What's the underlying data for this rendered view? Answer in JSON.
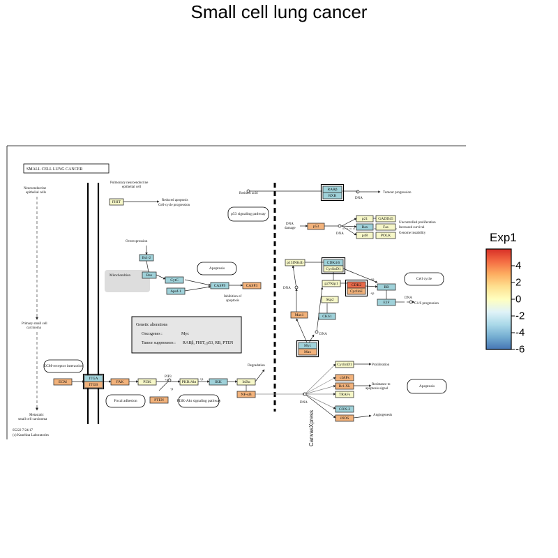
{
  "title": "Small cell lung cancer",
  "watermark": "CanvasXpress",
  "colors": {
    "cool": "#9fd1d9",
    "warm": "#f2b27b",
    "pale": "#f6f7c8",
    "neutral": "#e8e4b0",
    "hot": "#e9694a"
  },
  "diagram": {
    "header": "SMALL CELL LUNG CANCER",
    "labels": [
      {
        "id": "neuro",
        "text": "Neuroendocrine"
      },
      {
        "id": "neuro2",
        "text": "epithelial cells"
      },
      {
        "id": "pulm",
        "text": "Pulmonary neuroendocrine"
      },
      {
        "id": "pulm2",
        "text": "epithelial cell"
      },
      {
        "id": "redapop",
        "text": "Reduced apoptosis"
      },
      {
        "id": "cellprog",
        "text": "Cell-cycle progression"
      },
      {
        "id": "overexp",
        "text": "Overexpression"
      },
      {
        "id": "mito",
        "text": "Mitochondrion"
      },
      {
        "id": "inhib1",
        "text": "Inhibition of"
      },
      {
        "id": "inhib2",
        "text": "apoptosis"
      },
      {
        "id": "primary",
        "text": "Primary small cell"
      },
      {
        "id": "primary2",
        "text": "carcinoma"
      },
      {
        "id": "metastatic",
        "text": "Metastatic"
      },
      {
        "id": "metastatic2",
        "text": "small cell carcinoma"
      },
      {
        "id": "code",
        "text": "05222 7/24/17"
      },
      {
        "id": "copyright",
        "text": "(c) Kanehisa Laboratories"
      },
      {
        "id": "retinoic",
        "text": "Retinoic acid"
      },
      {
        "id": "dna1",
        "text": "DNA"
      },
      {
        "id": "tumour",
        "text": "Tumour progression"
      },
      {
        "id": "dnadamage",
        "text": "DNA"
      },
      {
        "id": "dnadamage2",
        "text": "damage"
      },
      {
        "id": "dna2",
        "text": "DNA"
      },
      {
        "id": "uncontrolled",
        "text": "Uncontrolled proliferation"
      },
      {
        "id": "survival",
        "text": "Increased survival"
      },
      {
        "id": "genome",
        "text": "Genome instability"
      },
      {
        "id": "dna3",
        "text": "DNA"
      },
      {
        "id": "dna4",
        "text": "DNA"
      },
      {
        "id": "dna5",
        "text": "DNA"
      },
      {
        "id": "g1s",
        "text": "G1/S progression"
      },
      {
        "id": "plusp1",
        "text": "+p"
      },
      {
        "id": "plusp2",
        "text": "+p"
      },
      {
        "id": "plusp3",
        "text": "+p"
      },
      {
        "id": "plusp4",
        "text": "+p"
      },
      {
        "id": "minusp",
        "text": "-p"
      },
      {
        "id": "pip3",
        "text": "PIP3"
      },
      {
        "id": "degradation",
        "text": "Degradation"
      },
      {
        "id": "dna6",
        "text": "DNA"
      },
      {
        "id": "prolif",
        "text": "Proliferation"
      },
      {
        "id": "resist1",
        "text": "Resistance to"
      },
      {
        "id": "resist2",
        "text": "apoptosis signal"
      },
      {
        "id": "angio",
        "text": "Angiogenesis"
      }
    ],
    "boxes": [
      {
        "id": "p53path",
        "text": "p53 signaling pathway"
      },
      {
        "id": "apoptosis1",
        "text": "Apoptosis"
      },
      {
        "id": "cellcycle",
        "text": "Cell cycle"
      },
      {
        "id": "ecm",
        "text": "ECM-receptor interaction"
      },
      {
        "id": "focal",
        "text": "Focal adhesion"
      },
      {
        "id": "pi3k",
        "text": "PI3K-Akt signaling pathway"
      },
      {
        "id": "apoptosis2",
        "text": "Apoptosis"
      }
    ],
    "genetic": {
      "title": "Genetic alterations",
      "oncogenes_label": "Oncogenes :",
      "oncogenes": "Myc",
      "suppressor_label": "Tumor suppressors :",
      "suppressors": "RARβ, FHIT, p53, RB, PTEN"
    },
    "genes": [
      {
        "id": "fhit",
        "text": "FHIT",
        "color": "pale"
      },
      {
        "id": "bcl2",
        "text": "Bcl-2",
        "color": "cool"
      },
      {
        "id": "bax",
        "text": "Bax",
        "color": "cool"
      },
      {
        "id": "cytc",
        "text": "CytC",
        "color": "cool"
      },
      {
        "id": "apaf1",
        "text": "Apaf-1",
        "color": "cool"
      },
      {
        "id": "casp9",
        "text": "CASP9",
        "color": "cool"
      },
      {
        "id": "casp3",
        "text": "CASP3",
        "color": "warm"
      },
      {
        "id": "rarb",
        "text": "RARβ",
        "color": "cool"
      },
      {
        "id": "rxr",
        "text": "RXR",
        "color": "cool"
      },
      {
        "id": "p53",
        "text": "p53",
        "color": "warm"
      },
      {
        "id": "p21",
        "text": "p21",
        "color": "pale"
      },
      {
        "id": "gadd45",
        "text": "GADD45",
        "color": "pale"
      },
      {
        "id": "bax2",
        "text": "Bax",
        "color": "cool"
      },
      {
        "id": "fas",
        "text": "Fas",
        "color": "pale"
      },
      {
        "id": "p48",
        "text": "p48",
        "color": "pale"
      },
      {
        "id": "polk",
        "text": "POLK",
        "color": "pale"
      },
      {
        "id": "p15ink",
        "text": "p15INK4b",
        "color": "pale"
      },
      {
        "id": "cdk46",
        "text": "CDK4/6",
        "color": "cool"
      },
      {
        "id": "cyclind",
        "text": "CyclinD1",
        "color": "pale"
      },
      {
        "id": "p27",
        "text": "p27Kip1",
        "color": "pale"
      },
      {
        "id": "cdk2",
        "text": "CDK2",
        "color": "hot"
      },
      {
        "id": "cycline",
        "text": "CyclinE",
        "color": "warm"
      },
      {
        "id": "rb",
        "text": "RB",
        "color": "cool"
      },
      {
        "id": "e2f",
        "text": "E2F",
        "color": "cool"
      },
      {
        "id": "skp2",
        "text": "Skp2",
        "color": "pale"
      },
      {
        "id": "cks1",
        "text": "CKS1",
        "color": "cool"
      },
      {
        "id": "max1",
        "text": "Max1",
        "color": "warm"
      },
      {
        "id": "myc",
        "text": "Myc",
        "color": "cool"
      },
      {
        "id": "max",
        "text": "Max",
        "color": "warm"
      },
      {
        "id": "ecm_g",
        "text": "ECM",
        "color": "warm"
      },
      {
        "id": "itga",
        "text": "ITGA",
        "color": "cool"
      },
      {
        "id": "itgb",
        "text": "ITGB",
        "color": "warm"
      },
      {
        "id": "fak",
        "text": "FAK",
        "color": "warm"
      },
      {
        "id": "pi3k_g",
        "text": "PI3K",
        "color": "pale"
      },
      {
        "id": "pkb",
        "text": "PKB/Akt",
        "color": "pale"
      },
      {
        "id": "ikk",
        "text": "IKK",
        "color": "cool"
      },
      {
        "id": "ikba",
        "text": "IκBα",
        "color": "pale"
      },
      {
        "id": "nfkb",
        "text": "NF-κB",
        "color": "warm"
      },
      {
        "id": "pten",
        "text": "PTEN",
        "color": "warm"
      },
      {
        "id": "cyclind2",
        "text": "CyclinD1",
        "color": "pale"
      },
      {
        "id": "iaps",
        "text": "cIAPs",
        "color": "warm"
      },
      {
        "id": "bclxl",
        "text": "Bcl-XL",
        "color": "warm"
      },
      {
        "id": "traf",
        "text": "TRAFs",
        "color": "pale"
      },
      {
        "id": "cox2",
        "text": "COX-2",
        "color": "cool"
      },
      {
        "id": "inos",
        "text": "iNOS",
        "color": "warm"
      }
    ]
  },
  "legend": {
    "title": "Exp1",
    "ticks": [
      "4",
      "2",
      "0",
      "-2",
      "-4",
      "-6"
    ],
    "stops": [
      "#d73027",
      "#f46d43",
      "#fdae61",
      "#fee090",
      "#ffffbf",
      "#e0f3f8",
      "#abd9e9",
      "#74add1",
      "#4575b4"
    ]
  }
}
